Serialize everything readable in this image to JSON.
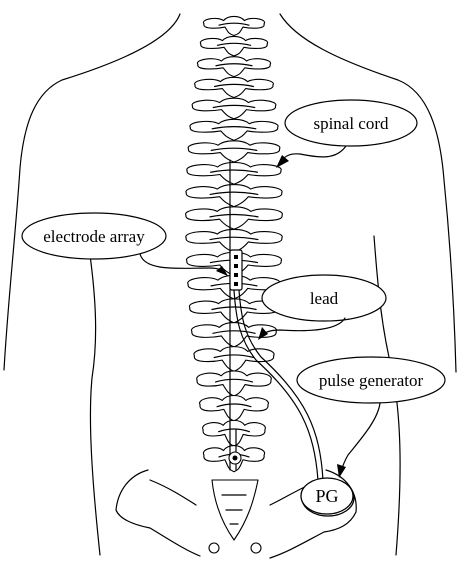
{
  "diagram": {
    "labels": {
      "spinal_cord": "spinal cord",
      "electrode_array": "electrode array",
      "lead": "lead",
      "pulse_generator": "pulse generator",
      "pg": "PG"
    },
    "colors": {
      "line": "#000000",
      "background": "#ffffff"
    }
  }
}
